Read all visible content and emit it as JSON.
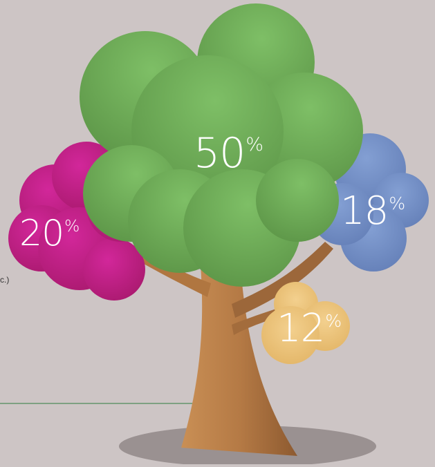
{
  "colors": {
    "background": "#cdc5c5",
    "green": "#6fad5a",
    "magenta": "#c41f7f",
    "blue": "#7590c7",
    "yellow": "#ebc277",
    "trunk": "#b57a45",
    "shadow": "#9a9191",
    "guide_line": "#2e7d3e"
  },
  "side_text": "c.)",
  "chart_data": {
    "type": "pie",
    "values": [
      50,
      20,
      18,
      12
    ],
    "labels": [
      "50%",
      "20%",
      "18%",
      "12%"
    ],
    "colors": [
      "#6fad5a",
      "#c41f7f",
      "#7590c7",
      "#ebc277"
    ]
  }
}
